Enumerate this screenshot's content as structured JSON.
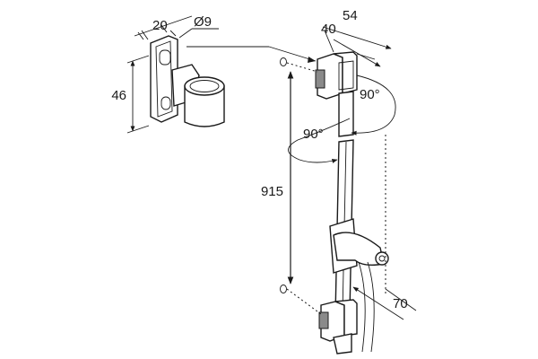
{
  "dimensions": {
    "wall_bracket_width": "20",
    "pin_diameter": "Ø9",
    "wall_bracket_height": "46",
    "rail_depth_outer": "54",
    "rail_depth_inner": "40",
    "rotation_upper": "90°",
    "rotation_lower": "90°",
    "rail_length": "915",
    "hose_offset": "70"
  }
}
